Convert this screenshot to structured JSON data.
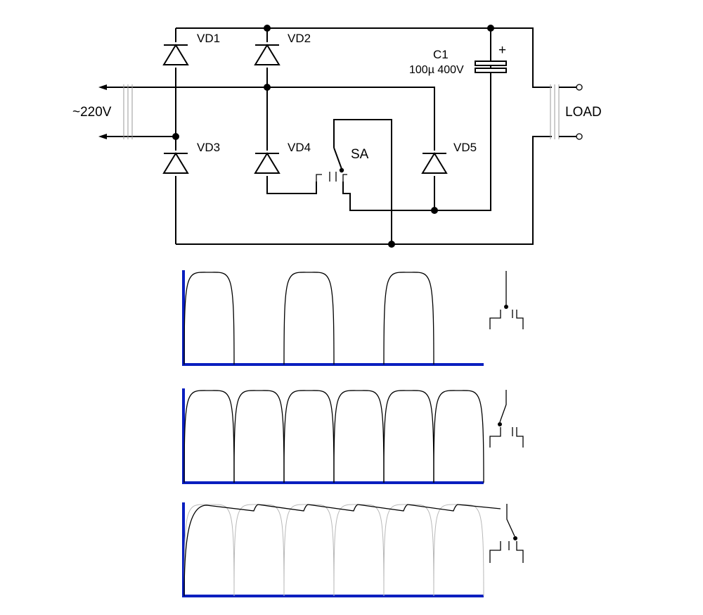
{
  "circuit": {
    "source_label": "~220V",
    "load_label": "LOAD",
    "diodes": [
      "VD1",
      "VD2",
      "VD3",
      "VD4",
      "VD5"
    ],
    "capacitor": {
      "name": "C1",
      "value": "100µ 400V",
      "polarity": "+"
    },
    "switch_label": "SA"
  },
  "waveforms": [
    {
      "mode": "half-wave",
      "humps": 3,
      "switch_position": "off"
    },
    {
      "mode": "full-wave",
      "humps": 6,
      "switch_position": "middle"
    },
    {
      "mode": "full-wave-filtered",
      "humps": 6,
      "switch_position": "capacitor"
    }
  ],
  "colors": {
    "axis": "#0a1fbf",
    "wire": "#000000",
    "ghost_wave": "#b8b8b8"
  }
}
